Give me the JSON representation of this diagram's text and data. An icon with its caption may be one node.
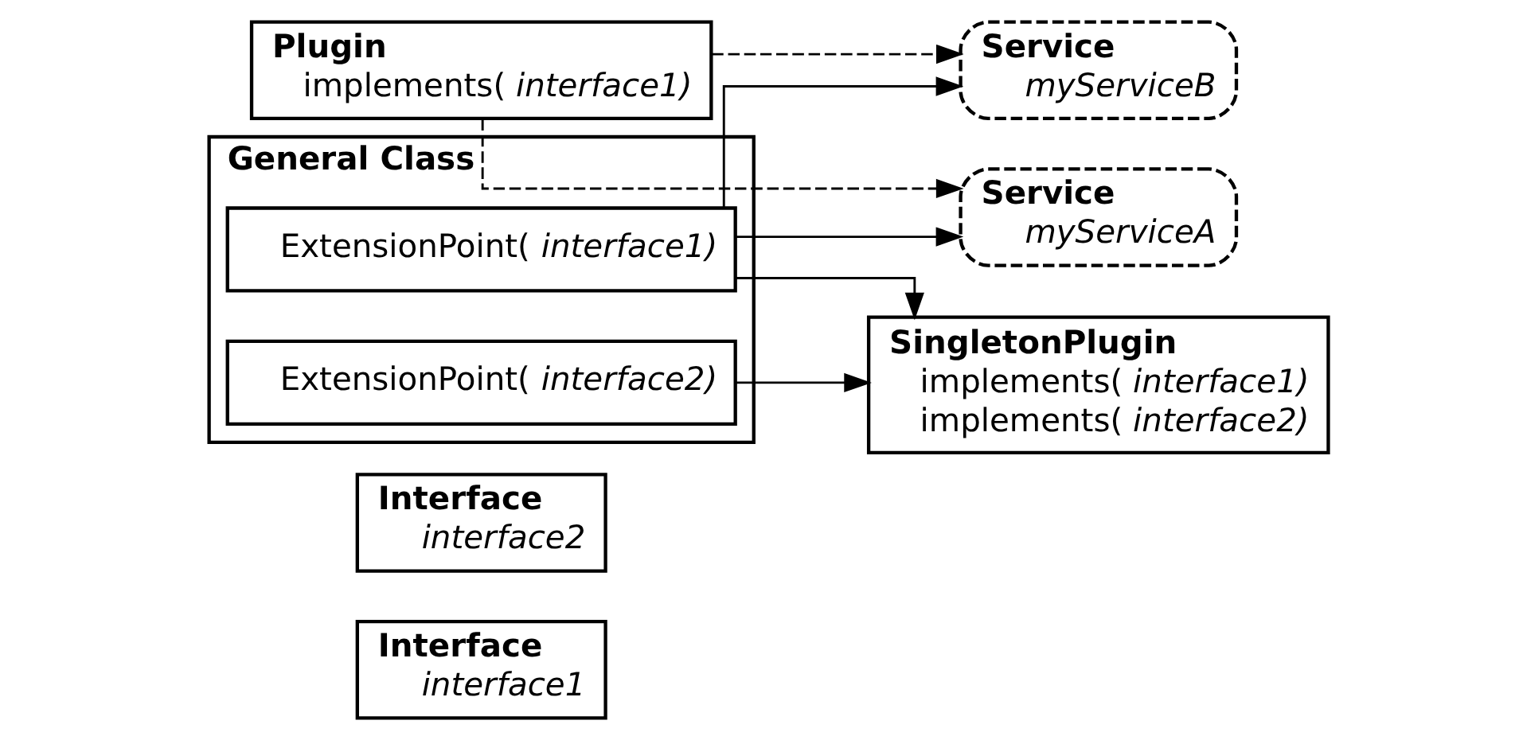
{
  "diagram": {
    "nodes": [
      {
        "text": [
          "Interface",
          "interface1"
        ]
      },
      {
        "text": [
          "Interface",
          "interface2"
        ]
      },
      {
        "text": [
          "Plugin",
          "implements(*interface1)*"
        ]
      },
      {
        "text": [
          "Service",
          "myServiceA"
        ]
      },
      {
        "text": [
          "Service",
          "myServiceB"
        ]
      },
      {
        "text": [
          "General Class"
        ]
      },
      {
        "text": [
          "ExtensionPoint(*interface1)*"
        ],
        "in": 5
      },
      {
        "text": [
          "ExtensionPoint(*interface2)*"
        ],
        "in": 5
      },
      {
        "text": [
          "SingletonPlugin",
          "implements(*interface1)*",
          "implements(*interface2)*"
        ]
      }
    ],
    "edges": [
      {
        "from": 2,
        "to": 3,
        "arrow": "to",
        "style": "dashed"
      },
      {
        "from": 2,
        "to": 4,
        "arrow": "to",
        "style": "dashed"
      },
      {
        "from": 6,
        "to": 3,
        "arrow": "to"
      },
      {
        "from": 6,
        "to": 4,
        "arrow": "to"
      },
      {
        "from": 6,
        "to": 8,
        "arrow": "to"
      },
      {
        "from": 7,
        "to": 8,
        "arrow": "to"
      }
    ]
  }
}
